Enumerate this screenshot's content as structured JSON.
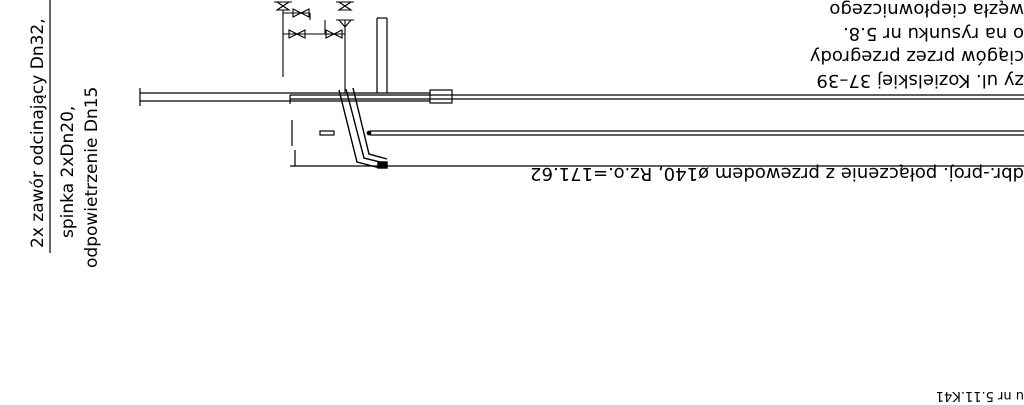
{
  "drawing": {
    "left_notes": {
      "valve_label": "2x zawór odcinający Dn32,",
      "spinka_label": "spinka 2xDn20,",
      "vent_label": "odpowietrzenie Dn15"
    },
    "top_right_notes": {
      "line1": "węzła ciepłowniczego",
      "line2": "o na rysunku nr 5.8.",
      "line3": "ciągów przez przegrody",
      "line4": "zy ul. Kozielskiej 37–39"
    },
    "connection_note": "dbr.-proj. połączenie z przewodem ø140, Rz.o.=171.62",
    "bottom_ref": "u nr 5.11.K41"
  }
}
